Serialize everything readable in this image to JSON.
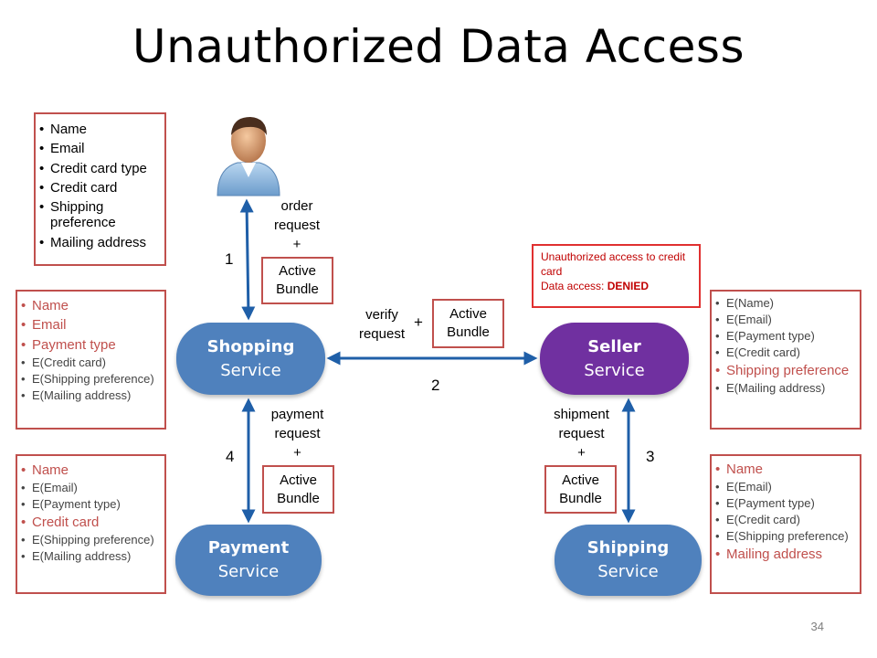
{
  "title": "Unauthorized Data Access",
  "page_number": "34",
  "user_box": {
    "items": [
      "Name",
      "Email",
      "Credit card type",
      "Credit card",
      "Shipping preference",
      "Mailing address"
    ]
  },
  "shopping_box": {
    "items": [
      "Name",
      "Email",
      "Payment type",
      "E(Credit card)",
      "E(Shipping preference)",
      "E(Mailing address)"
    ]
  },
  "payment_box": {
    "items": [
      "Name",
      "E(Email)",
      "E(Payment type)",
      "Credit card",
      "E(Shipping preference)",
      "E(Mailing address)"
    ]
  },
  "seller_box": {
    "items": [
      "E(Name)",
      "E(Email)",
      "E(Payment type)",
      "E(Credit card)",
      "Shipping preference",
      "E(Mailing address)"
    ]
  },
  "shipping_box": {
    "items": [
      "Name",
      "E(Email)",
      "E(Payment type)",
      "E(Credit card)",
      "E(Shipping preference)",
      "Mailing address"
    ]
  },
  "services": {
    "shopping": [
      "Shopping",
      "Service"
    ],
    "seller": [
      "Seller",
      "Service"
    ],
    "payment": [
      "Payment",
      "Service"
    ],
    "shipping": [
      "Shipping",
      "Service"
    ]
  },
  "bundle_label": [
    "Active",
    "Bundle"
  ],
  "labels": {
    "order": [
      "order",
      "request",
      "+"
    ],
    "verify": [
      "verify",
      "request"
    ],
    "verify_plus": "+",
    "payment": [
      "payment",
      "request",
      "+"
    ],
    "shipment": [
      "shipment",
      "request",
      "+"
    ]
  },
  "steps": [
    "1",
    "2",
    "3",
    "4"
  ],
  "warning": {
    "line1": "Unauthorized access to credit card",
    "line2_prefix": "Data access: ",
    "line2_status": "DENIED"
  },
  "colors": {
    "box_border": "#c0504d",
    "blue_service": "#4f81bd",
    "purple_service": "#7030a0",
    "arrow": "#1f5fa8"
  }
}
